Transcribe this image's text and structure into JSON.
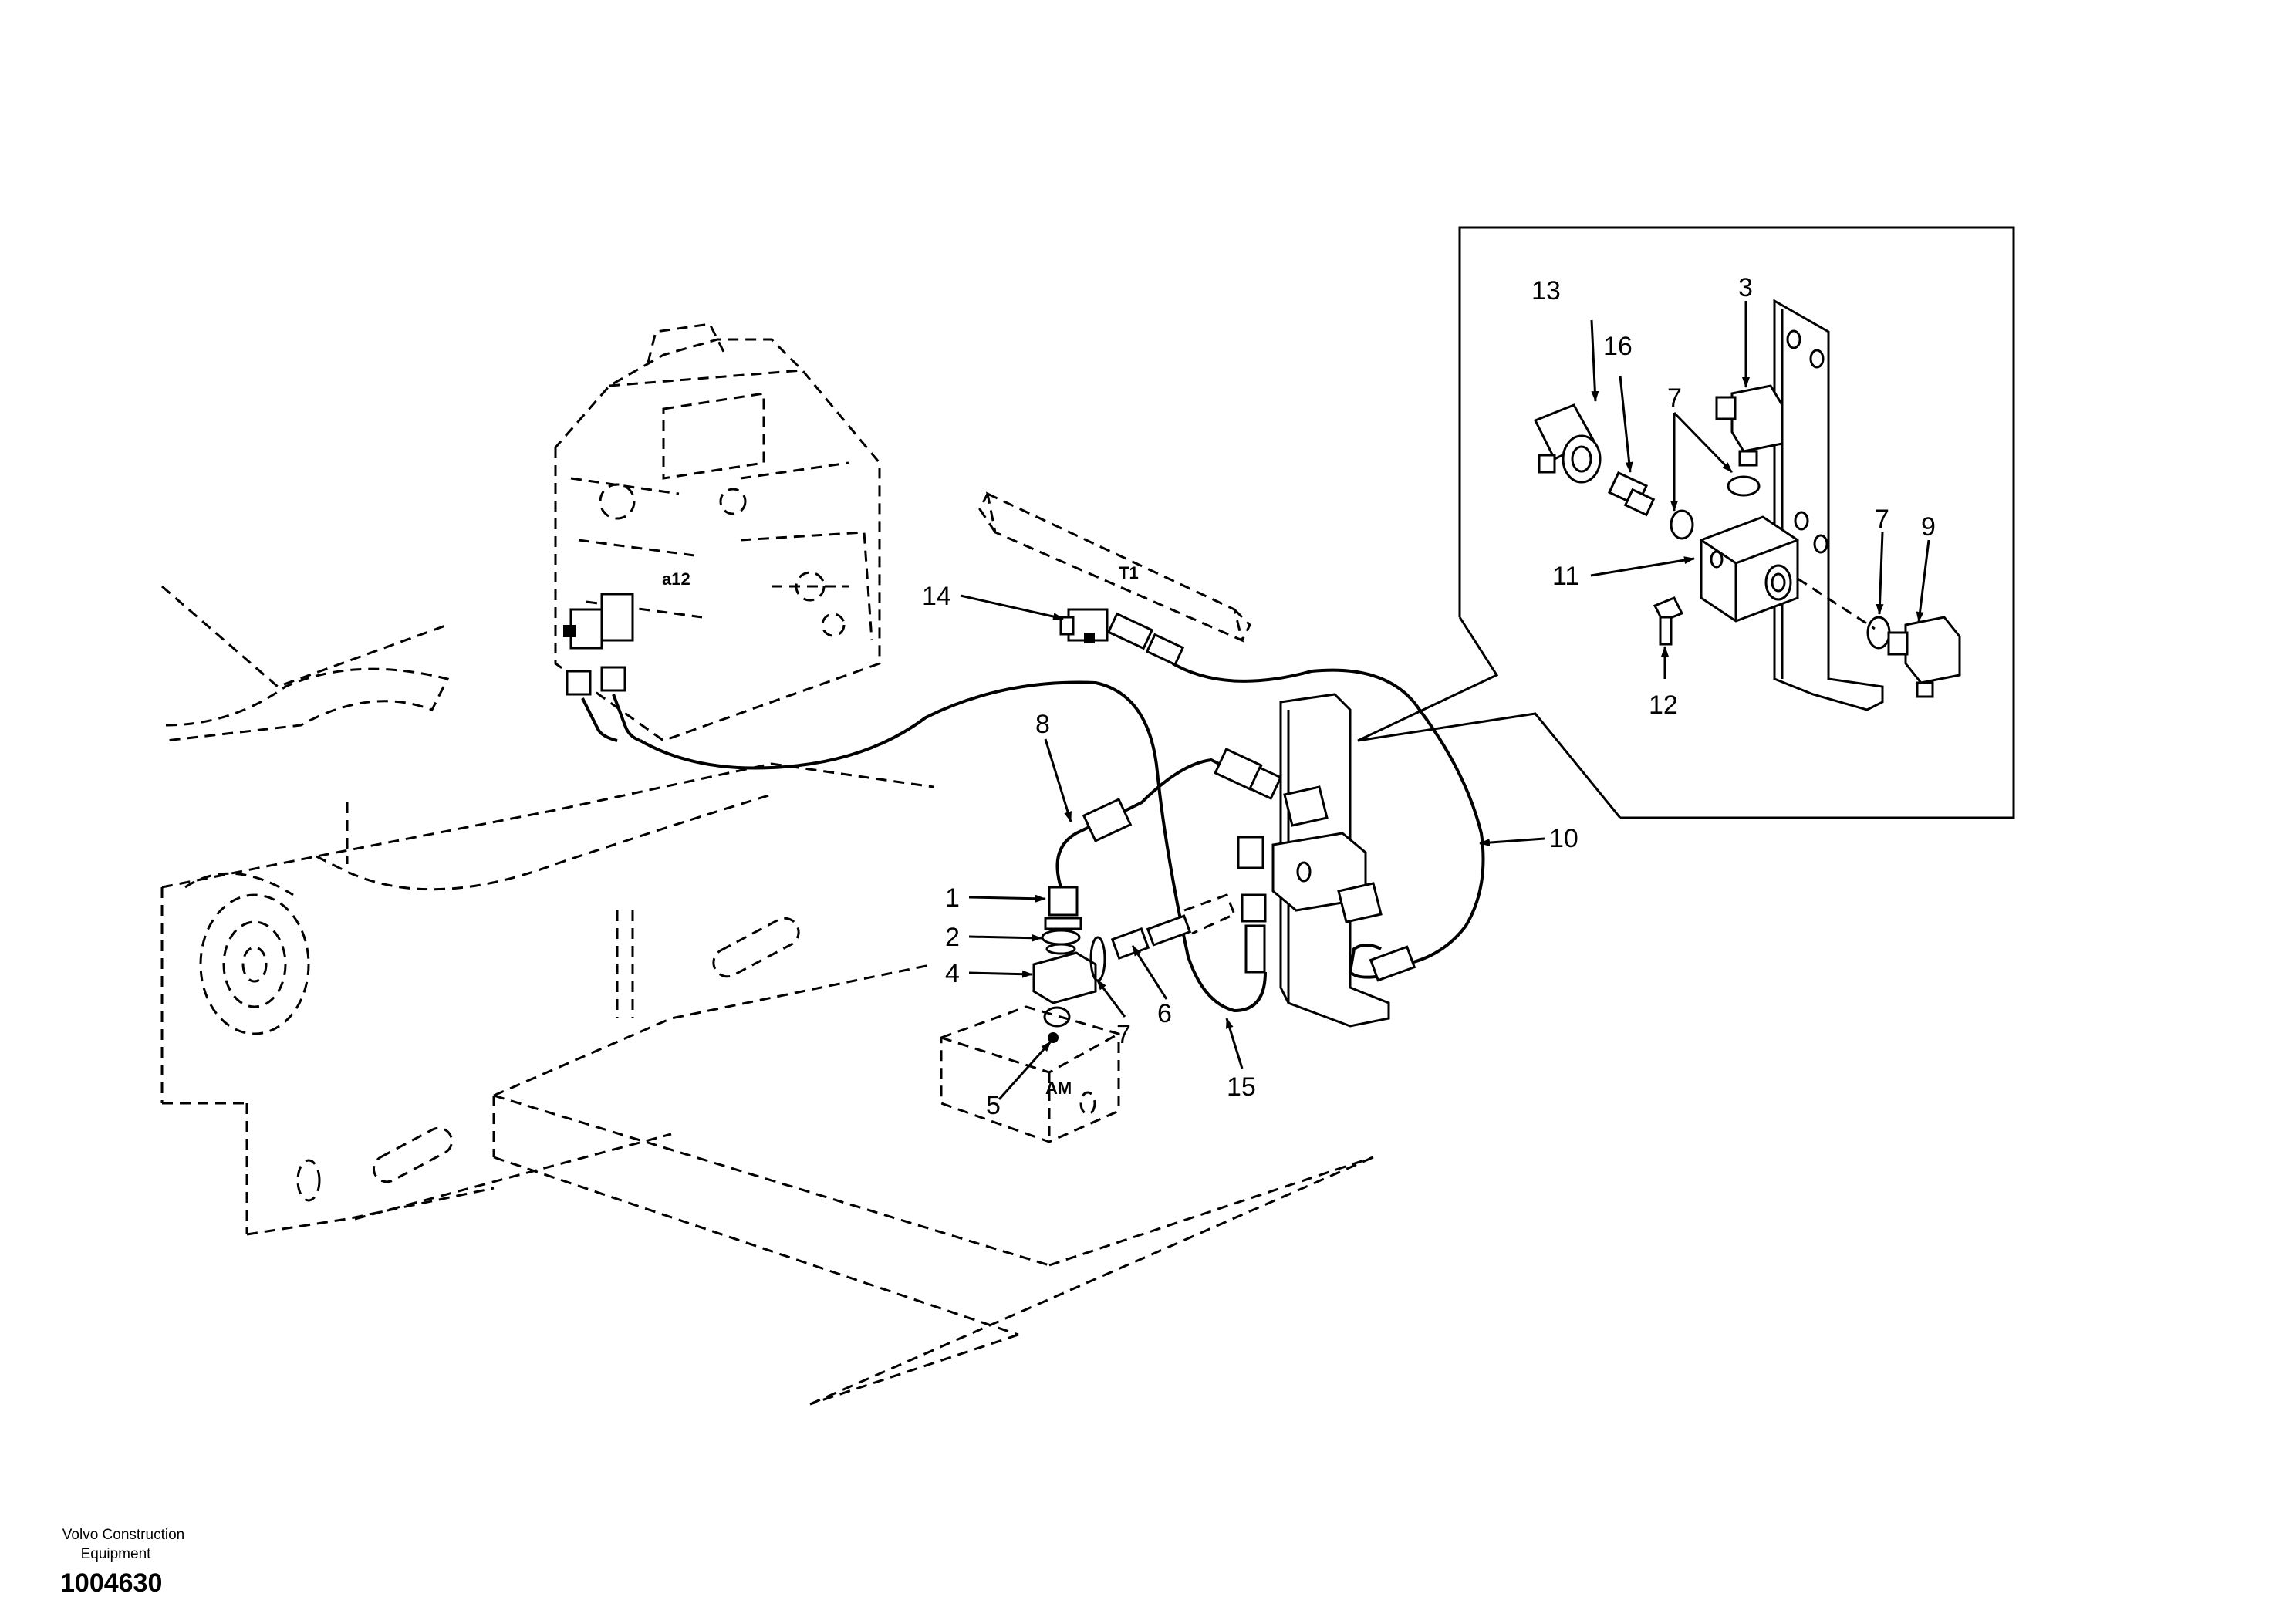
{
  "callouts": {
    "c1": "1",
    "c2": "2",
    "c3": "3",
    "c4": "4",
    "c5": "5",
    "c6": "6",
    "c7a": "7",
    "c7b": "7",
    "c7c": "7",
    "c8": "8",
    "c9": "9",
    "c10": "10",
    "c11": "11",
    "c12": "12",
    "c13": "13",
    "c14": "14",
    "c15": "15",
    "c16": "16"
  },
  "port_tags": {
    "valve_port": "a12",
    "tank_port": "T1",
    "motor_port": "AM"
  },
  "footer": {
    "brand_line1": "Volvo Construction",
    "brand_line2": "Equipment",
    "drawing_number": "1004630"
  }
}
